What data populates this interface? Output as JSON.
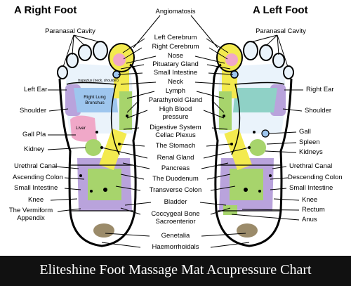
{
  "titles": {
    "right_foot": "A Right Foot",
    "left_foot": "A Left Foot"
  },
  "center_labels": {
    "angiomatosis": "Angiomatosis",
    "left_cerebrum": "Left Cerebrum",
    "right_cerebrum": "Right Cerebrum",
    "nose": "Nose",
    "pituatary_gland": "Pituatary Gland",
    "small_intestine": "Small Intestine",
    "neck": "Neck",
    "lymph": "Lymph",
    "parathyroid_gland": "Parathyroid Gland",
    "high_blood_1": "High Blood",
    "high_blood_2": "pressure",
    "digestive_system": "Digestive System",
    "cellac_plexus": "Cellac Plexus",
    "the_stomach": "The Stomach",
    "renal_gland": "Renal Gland",
    "pancreas": "Pancreas",
    "the_duodenum": "The Duodenum",
    "transverse_colon": "Transverse Colon",
    "bladder": "Bladder",
    "coccygeal_bone": "Coccygeal Bone",
    "sacroenterior": "Sacroenterior",
    "genetalia": "Genetalia",
    "haemorrhoidals": "Haemorrhoidals"
  },
  "right_foot_labels": {
    "paranasal_cavity": "Paranasal Cavity",
    "left_ear": "Left Ear",
    "shoulder": "Shoulder",
    "gall_pla": "Gall Pla",
    "kidney": "Kidney",
    "urethral_canal": "Urethral Canal",
    "ascending_colon": "Ascending Colon",
    "small_intestine": "Small Intestine",
    "knee": "Knee",
    "vermiform_1": "The Vermiform",
    "vermiform_2": "Appendix"
  },
  "left_foot_labels": {
    "paranasal_cavity": "Paranasal Cavity",
    "right_ear": "Right Ear",
    "shoulder": "Shoulder",
    "gall": "Gall",
    "spleen": "Spleen",
    "kidneys": "Kidneys",
    "urethral_canal": "Urethral Canal",
    "descending_colon": "Descending Colon",
    "small_intestine": "Small Intestine",
    "knee": "Knee",
    "rectum": "Rectum",
    "anus": "Anus"
  },
  "inner_labels": {
    "trapezius": "trapezius (neck, shoulder)",
    "right_lung_1": "Right Lung",
    "right_lung_2": "Bronchus",
    "liver": "Liver"
  },
  "footer": {
    "caption": "Eliteshine Foot Massage Mat Acupressure Chart"
  },
  "colors": {
    "outline": "#000000",
    "yellow": "#f3ea4f",
    "pink": "#f0a8c8",
    "blue": "#9ec6ee",
    "purple": "#b9a3dc",
    "green": "#a7d46c",
    "light_green": "#c8e6a8",
    "teal": "#8fd1c6",
    "brown": "#9b8b6a",
    "footer_bg": "#111111"
  }
}
